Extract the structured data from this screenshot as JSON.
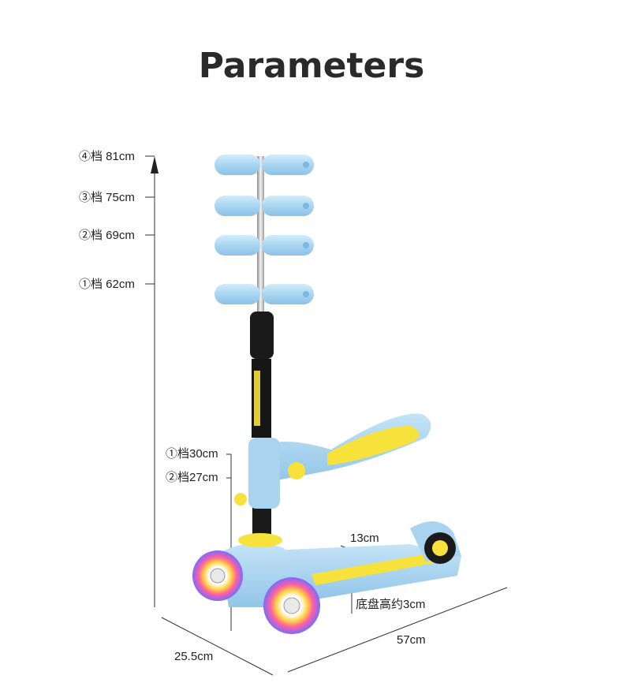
{
  "title": "Parameters",
  "handle_heights": [
    "④档 81cm",
    "③档 75cm",
    "②档 69cm",
    "①档 62cm"
  ],
  "seat_heights": [
    "①档30cm",
    "②档27cm"
  ],
  "dimensions": {
    "footboard_width": "13cm",
    "ground_clearance": "底盘高约3cm",
    "length": "57cm",
    "width": "25.5cm"
  },
  "colors": {
    "body_blue": "#a9d3ef",
    "handle_blue": "#b8def4",
    "accent_yellow": "#f6e23a",
    "pole_black": "#1a1a1a",
    "wheel_rainbow": [
      "#ff5fa0",
      "#ffd23f",
      "#57c3ff",
      "#8f6dff"
    ]
  }
}
